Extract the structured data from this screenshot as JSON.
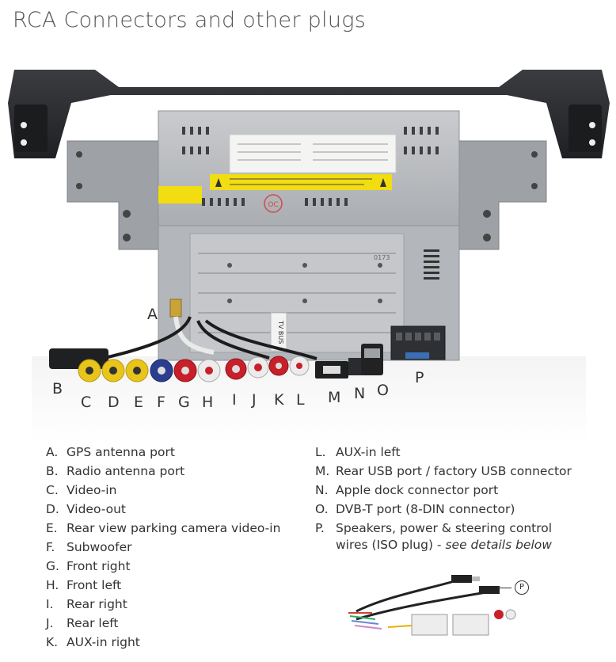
{
  "title": "RCA Connectors and other plugs",
  "photo_labels": {
    "unit_label_tv": "TV BUS",
    "unit_code": "0173",
    "unit_oc": "OC"
  },
  "callouts": [
    "A",
    "B",
    "C",
    "D",
    "E",
    "F",
    "G",
    "H",
    "I",
    "J",
    "K",
    "L",
    "M",
    "N",
    "O",
    "P"
  ],
  "legend_left": [
    {
      "key": "A.",
      "text": "GPS antenna port"
    },
    {
      "key": "B.",
      "text": "Radio antenna port"
    },
    {
      "key": "C.",
      "text": "Video-in"
    },
    {
      "key": "D.",
      "text": "Video-out"
    },
    {
      "key": "E.",
      "text": "Rear view parking camera video-in"
    },
    {
      "key": "F.",
      "text": "Subwoofer"
    },
    {
      "key": "G.",
      "text": "Front right"
    },
    {
      "key": "H.",
      "text": "Front left"
    },
    {
      "key": "I.",
      "text": "Rear right"
    },
    {
      "key": "J.",
      "text": "Rear left"
    },
    {
      "key": "K.",
      "text": "AUX-in right"
    }
  ],
  "legend_right": [
    {
      "key": "L.",
      "text": "AUX-in left"
    },
    {
      "key": "M.",
      "text": "Rear USB port / factory USB connector"
    },
    {
      "key": "N.",
      "text": "Apple dock connector port"
    },
    {
      "key": "O.",
      "text": "DVB-T port (8-DIN connector)"
    },
    {
      "key": "P.",
      "text": "Speakers, power & steering control wires (ISO plug) - ",
      "note": "see details below"
    }
  ],
  "p_badge": "P",
  "colors": {
    "rca_yellow": "#e9c51c",
    "rca_blue": "#2b3d8f",
    "rca_red": "#c8202a",
    "rca_white": "#ececec",
    "chassis": "#b8babd",
    "bracket": "#8f9397",
    "frame": "#2b2d30"
  }
}
